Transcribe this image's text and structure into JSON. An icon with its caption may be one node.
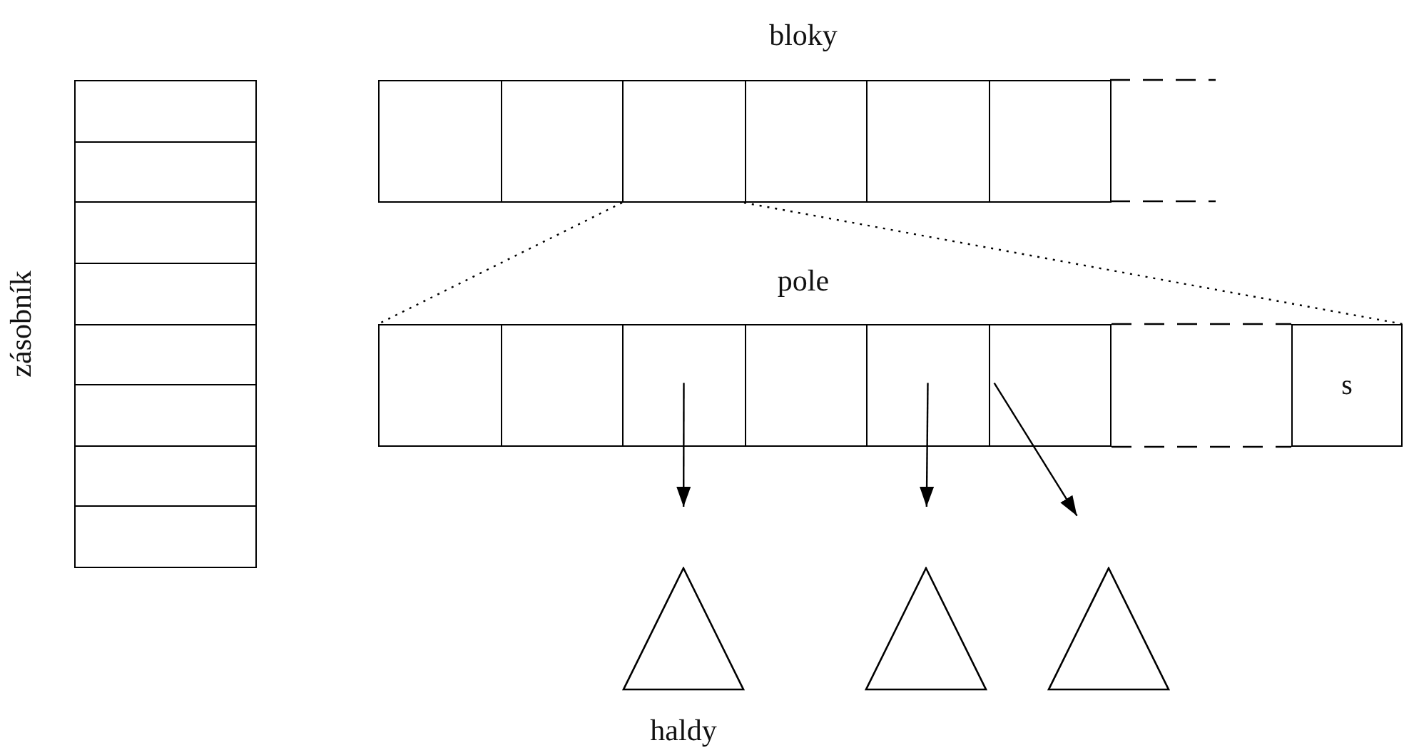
{
  "diagram": {
    "nodes": [
      {
        "text": [],
        "shape": "box"
      },
      {
        "text": [],
        "shape": "box"
      },
      {
        "text": [],
        "shape": "box"
      },
      {
        "text": [],
        "shape": "box"
      },
      {
        "text": [],
        "shape": "box"
      },
      {
        "text": [],
        "shape": "box"
      },
      {
        "text": [],
        "shape": "box"
      },
      {
        "text": [],
        "shape": "box"
      },
      {
        "text": [],
        "shape": "box"
      },
      {
        "text": [],
        "shape": "box"
      },
      {
        "text": [],
        "shape": "box"
      },
      {
        "text": [],
        "shape": "box"
      },
      {
        "text": [],
        "shape": "box"
      },
      {
        "text": [],
        "shape": "box"
      },
      {
        "text": [],
        "shape": "box"
      },
      {
        "text": [],
        "shape": "box"
      },
      {
        "text": [],
        "shape": "box"
      },
      {
        "text": [],
        "shape": "box"
      },
      {
        "text": [],
        "shape": "box"
      },
      {
        "text": [],
        "shape": "box"
      },
      {
        "text": [
          "s"
        ]
      },
      {
        "text": [],
        "shape": "triangle"
      },
      {
        "text": [],
        "shape": "triangle"
      },
      {
        "text": [],
        "shape": "triangle"
      }
    ],
    "edges": [
      {
        "from": 16,
        "to": 21,
        "arrow": "to"
      },
      {
        "from": 18,
        "to": 22,
        "arrow": "to"
      },
      {
        "from": 19,
        "to": 23,
        "arrow": "to"
      },
      {
        "from": 10,
        "to": 14,
        "arrow": "none",
        "style": "dashed"
      },
      {
        "from": 11,
        "to": 20,
        "arrow": "none",
        "style": "dashed"
      },
      {
        "from": 19,
        "to": 20,
        "arrow": "none",
        "style": "dashed"
      },
      {
        "from": 19,
        "to": 20,
        "arrow": "none",
        "style": "dashed"
      }
    ],
    "labels": [
      "bloky",
      "zásobník",
      "pole",
      "haldy"
    ]
  }
}
